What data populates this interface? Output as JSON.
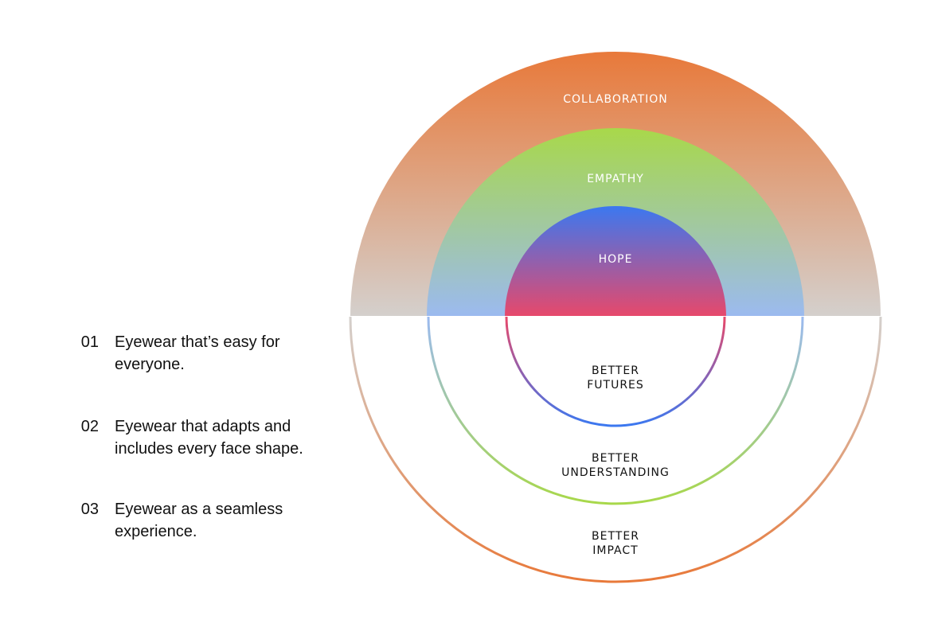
{
  "diagram": {
    "top_rings": [
      {
        "id": "collaboration",
        "label": "COLLABORATION",
        "colors": [
          "#e8793a",
          "#d4d0cd"
        ]
      },
      {
        "id": "empathy",
        "label": "EMPATHY",
        "colors": [
          "#a8d84a",
          "#9bbaf0"
        ]
      },
      {
        "id": "hope",
        "label": "HOPE",
        "colors": [
          "#3b78f0",
          "#e8486a"
        ]
      }
    ],
    "bottom_rings": [
      {
        "id": "impact",
        "line1": "BETTER",
        "line2": "IMPACT"
      },
      {
        "id": "understanding",
        "line1": "BETTER",
        "line2": "UNDERSTANDING"
      },
      {
        "id": "futures",
        "line1": "BETTER",
        "line2": "FUTURES"
      }
    ]
  },
  "list": [
    {
      "num": "01",
      "text": "Eyewear that’s easy for everyone."
    },
    {
      "num": "02",
      "text": "Eyewear that adapts and includes every face shape."
    },
    {
      "num": "03",
      "text": "Eyewear as a seamless experience."
    }
  ]
}
